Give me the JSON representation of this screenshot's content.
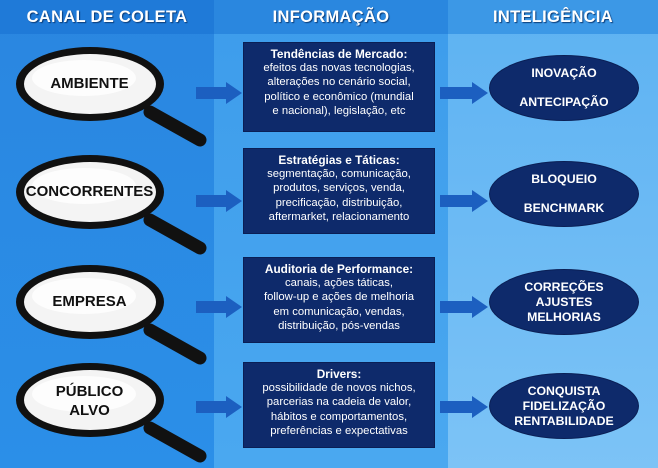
{
  "headers": {
    "canal": "CANAL DE COLETA",
    "informacao": "INFORMAÇÃO",
    "inteligencia": "INTELIGÊNCIA"
  },
  "rows": [
    {
      "canal": "AMBIENTE",
      "info_title": "Tendências de Mercado:",
      "info_lines": [
        "efeitos das novas tecnologias,",
        "alterações no cenário social,",
        "político e econômico (mundial",
        "e nacional), legislação, etc"
      ],
      "intel": [
        "INOVAÇÃO",
        "ANTECIPAÇÃO"
      ]
    },
    {
      "canal": "CONCORRENTES",
      "info_title": "Estratégias e Táticas:",
      "info_lines": [
        "segmentação, comunicação,",
        "produtos, serviços, venda,",
        "precificação, distribuição,",
        "aftermarket, relacionamento"
      ],
      "intel": [
        "BLOQUEIO",
        "BENCHMARK"
      ]
    },
    {
      "canal": "EMPRESA",
      "info_title": "Auditoria de Performance:",
      "info_lines": [
        "canais, ações táticas,",
        "follow-up e ações de melhoria",
        "em comunicação, vendas,",
        "distribuição, pós-vendas"
      ],
      "intel": [
        "CORREÇÕES",
        "AJUSTES",
        "MELHORIAS"
      ]
    },
    {
      "canal_l1": "PÚBLICO",
      "canal_l2": "ALVO",
      "info_title": "Drivers:",
      "info_lines": [
        "possibilidade de novos nichos,",
        "parcerias na cadeia de valor,",
        "hábitos e comportamentos,",
        "preferências e expectativas"
      ],
      "intel": [
        "CONQUISTA",
        "FIDELIZAÇÃO",
        "RENTABILIDADE"
      ]
    }
  ]
}
